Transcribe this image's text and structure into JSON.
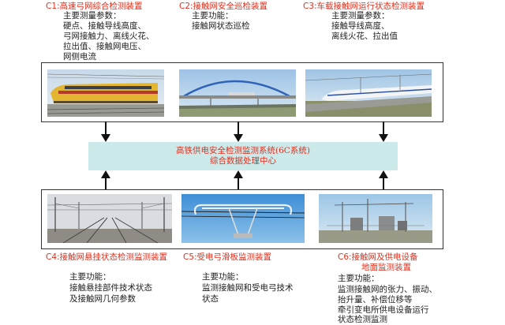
{
  "top": [
    {
      "title": "C1:高速弓网综合检测装置",
      "label": "主要测量参数：",
      "lines": [
        "硬点、接触导线高度、",
        "弓网接触力、离线火花、",
        "拉出值、接触网电压、",
        "网侧电流"
      ]
    },
    {
      "title": "C2:接触网安全巡检装置",
      "label": "主要功能：",
      "lines": [
        "接触网状态巡检"
      ]
    },
    {
      "title": "C3:车载接触网运行状态检测装置",
      "label": "主要测量参数：",
      "lines": [
        "接触导线高度、",
        "离线火花、拉出值"
      ]
    }
  ],
  "center": {
    "line1": "高铁供电安全检测监测系统(6C系统)",
    "line2": "综合数据处理中心"
  },
  "bottom": [
    {
      "title": "C4:接触网悬挂状态检测监测装置",
      "label": "主要功能：",
      "lines": [
        "接触悬挂部件技术状态",
        "及接触网几何参数"
      ]
    },
    {
      "title": "C5:受电弓滑板监测装置",
      "label": "主要功能：",
      "lines": [
        "监测接触网和受电弓技术",
        "状态"
      ]
    },
    {
      "title_line1": "C6:接触网及供电设备",
      "title_line2": "地面监测装置",
      "label": "主要功能：",
      "lines": [
        "监测接触网的张力、振动、",
        "抬升量、补偿位移等",
        "牵引变电所供电设备运行",
        "状态检测监测"
      ]
    }
  ],
  "colors": {
    "title_red": "#e0301e",
    "center_fill": "#cdeaea",
    "frame": "#333333",
    "arrow": "#111111"
  }
}
